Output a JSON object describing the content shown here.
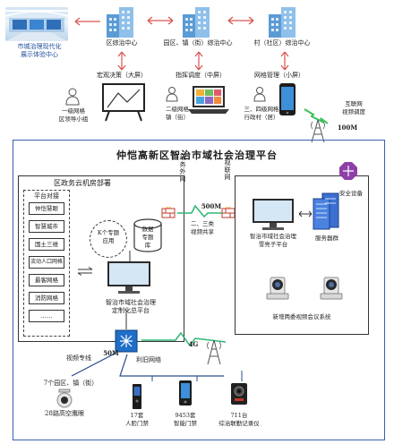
{
  "top": {
    "showroom_label": [
      "市城治理现代化",
      "展示体验中心"
    ],
    "center_district": "区综治中心",
    "center_town": "园区、镇（街）综治中心",
    "center_village": "村（社区）综治中心",
    "big_screen": "宏观决策（大屏）",
    "medium_screen": "指挥调度（中屏）",
    "small_screen": "网格管理（小屏）",
    "leader_group": [
      "一级网格",
      "区领导小组"
    ],
    "level2_grid": [
      "二级网格",
      "镇（街）"
    ],
    "level34_grid": [
      "三、四级网格",
      "行政村（居）"
    ],
    "internet_video": [
      "互联网",
      "视频调度"
    ],
    "bandwidth_top": "100M"
  },
  "main": {
    "title": "仲恺高新区智治市域社会治理平台",
    "cloud_title": "区政务云机房部署",
    "platform_head": "平台对接",
    "platform_items": [
      "仲恺慧眼",
      "智慧城市",
      "国土三维",
      "流动人口网格",
      "最客网格",
      "消防网格",
      "……"
    ],
    "app_k": [
      "K个专题",
      "应用"
    ],
    "data_lib": [
      "数据",
      "专题",
      "库"
    ],
    "custom_platform": [
      "智治市域社会治理",
      "定制化总平台"
    ],
    "gov_ext_net": "政务外网",
    "video_net": "视联网",
    "bw_500": "500M",
    "video_share": [
      "二、三类",
      "视频共享"
    ],
    "security_device": "安全设备",
    "xueliang_platform": [
      "智治市域社会治理",
      "雪亮子平台"
    ],
    "server_cluster": "服务器群",
    "video_conf": "新增两委视频会议系统",
    "video_line": "视频专线",
    "bw_50": "50M",
    "use_old_net": "利旧网络",
    "bw_4g": "4G",
    "parks": "7个园区、镇（街）",
    "ptz_cam": "28路高空鹰眼",
    "face_gate": [
      "17套",
      "人脸门禁"
    ],
    "smart_gate": [
      "9453套",
      "智能门禁"
    ],
    "recorder": [
      "711台",
      "综治联勤记录仪"
    ]
  }
}
